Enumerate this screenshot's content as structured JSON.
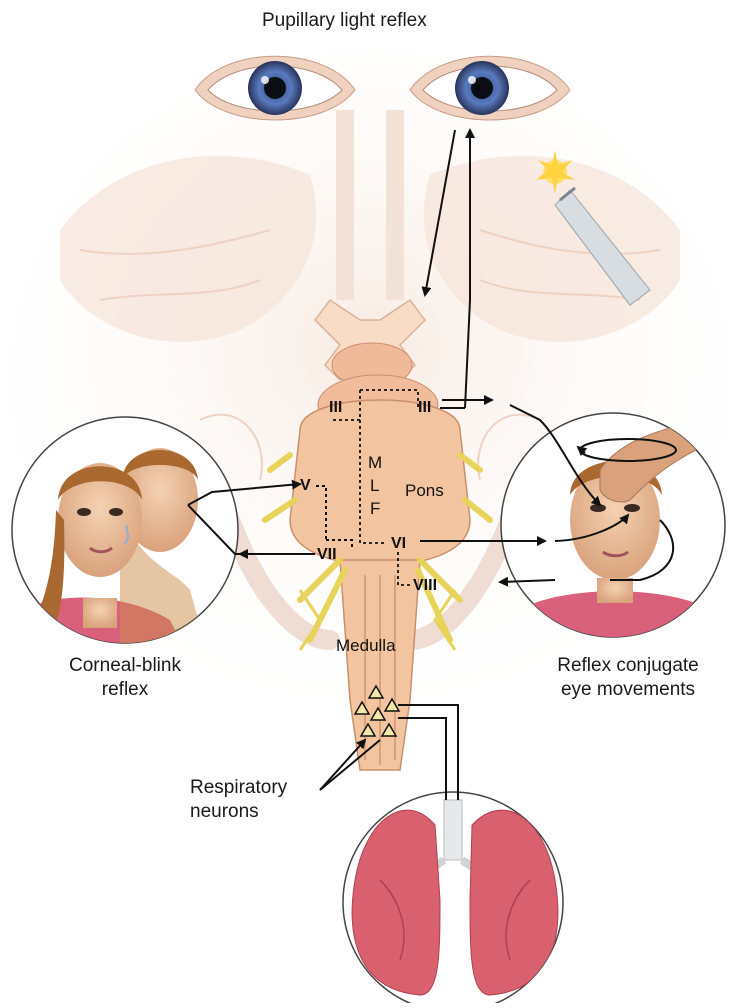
{
  "title": "Pupillary light reflex",
  "captions": {
    "corneal": [
      "Corneal-blink",
      "reflex"
    ],
    "conjugate": [
      "Reflex conjugate",
      "eye movements"
    ],
    "respiratory": [
      "Respiratory",
      "neurons"
    ]
  },
  "regions": {
    "pons": "Pons",
    "medulla": "Medulla",
    "mlf": [
      "M",
      "L",
      "F"
    ]
  },
  "nerves": {
    "iii_left": "III",
    "iii_right": "III",
    "v": "V",
    "vi": "VI",
    "vii": "VII",
    "viii": "VIII"
  },
  "colors": {
    "brainstem": "#f3c4a0",
    "brain": "#f6e4da",
    "nerve": "#e8d35a",
    "iris": "#4b6aa8",
    "lung": "#d9606f",
    "skin": "#f1c6a3"
  }
}
